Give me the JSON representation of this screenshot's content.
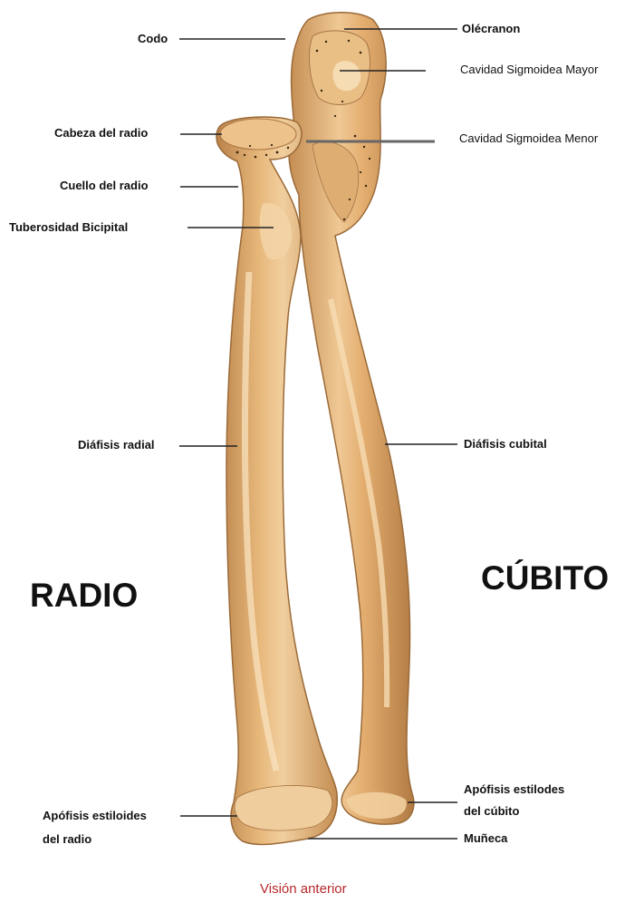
{
  "labels": {
    "codo": "Codo",
    "olecranon": "Olécranon",
    "cavidad_mayor": "Cavidad Sigmoidea Mayor",
    "cabeza_radio": "Cabeza del radio",
    "cavidad_menor": "Cavidad Sigmoidea Menor",
    "cuello_radio": "Cuello del radio",
    "tuberosidad": "Tuberosidad Bicipital",
    "diafisis_radial": "Diáfisis radial",
    "diafisis_cubital": "Diáfisis cubital",
    "apofisis_cubito_1": "Apófisis estilodes",
    "apofisis_cubito_2": "del cúbito",
    "apofisis_radio_1": "Apófisis estiloides",
    "apofisis_radio_2": "del radio",
    "muneca": "Muñeca"
  },
  "bones": {
    "radio": "RADIO",
    "cubito": "CÚBITO"
  },
  "caption": "Visión anterior",
  "colors": {
    "bone": "#d9a466",
    "bone_dark": "#b9824a",
    "bone_light": "#f1cf9e",
    "caption": "#b8282a"
  }
}
